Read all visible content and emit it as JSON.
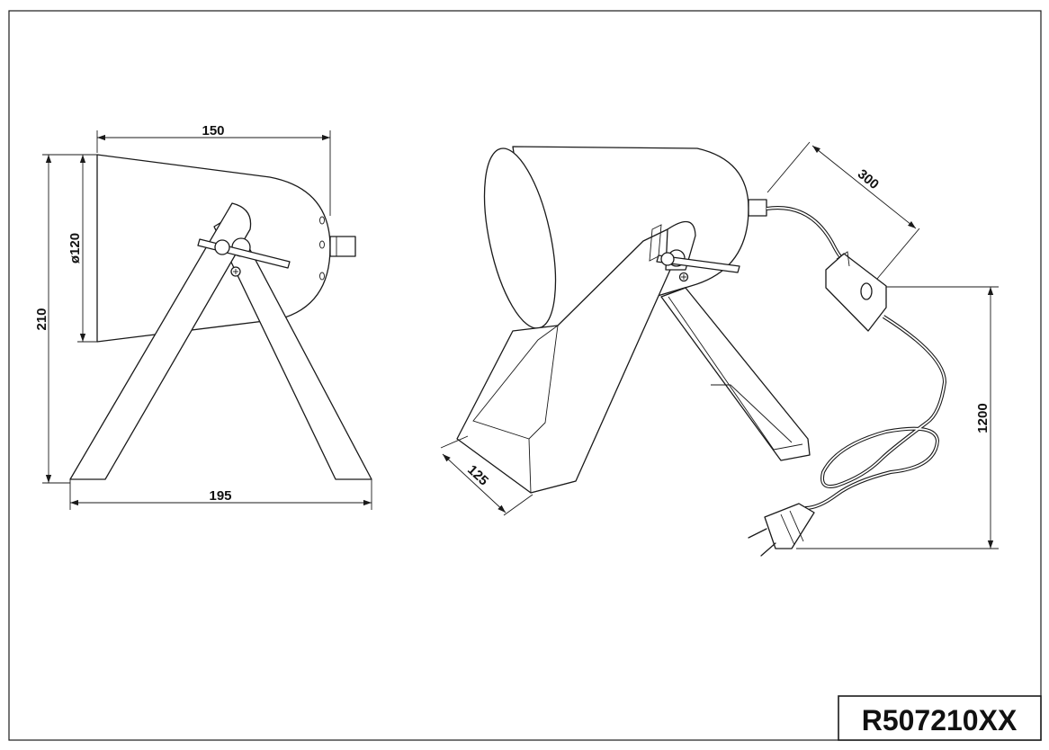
{
  "drawing": {
    "model_number": "R507210XX",
    "dimensions": {
      "shade_length": "150",
      "shade_diameter": "ø120",
      "total_height": "210",
      "base_width": "195",
      "leg_depth": "125",
      "cable_to_switch": "300",
      "cable_length": "1200"
    }
  },
  "colors": {
    "line": "#1a1a1a",
    "background": "#ffffff"
  }
}
